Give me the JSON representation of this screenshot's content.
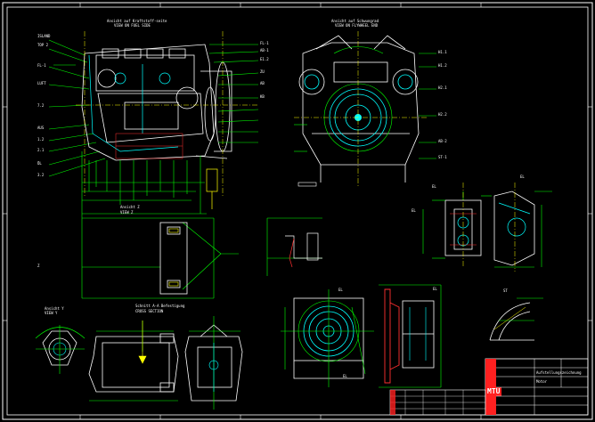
{
  "drawing": {
    "background": "#000000",
    "colors": {
      "frame": "#ffffff",
      "outline": "#ffffff",
      "dims": "#00ff00",
      "centerlines": "#ffff00",
      "hidden": "#ff3030",
      "accent": "#00ffff",
      "titlebar": "#ff2020"
    },
    "views": {
      "left_view_caption": "Ansicht auf Kraftstoff-seite",
      "left_view_sub": "VIEW ON FUEL SIDE",
      "right_view_caption": "Ansicht auf Schwungrad",
      "right_view_sub": "VIEW ON FLYWHEEL END",
      "view_z_caption": "Ansicht Z",
      "view_z_sub": "VIEW Z",
      "view_y_caption": "Ansicht Y",
      "view_y_sub": "VIEW Y",
      "section_caption": "Schnitt A-A Befestigung",
      "section_sub": "CROSS SECTION"
    },
    "callouts_left": [
      "ISLAND",
      "TOP 2",
      "FL-1",
      "LUFT",
      "7.2",
      "AUS",
      "1.2",
      "2.1",
      "ÖL",
      "3.2"
    ],
    "callouts_mid": [
      "FL-1",
      "AB-1",
      "E1.2",
      "ZU",
      "AB",
      "KB"
    ],
    "callouts_right": [
      "H1.1",
      "H1.2",
      "H2.1",
      "H2.2",
      "AB-2",
      "ST-1",
      "EL"
    ],
    "title_block": {
      "company": "MTU",
      "title": "Aufstellungszeichnung",
      "subtitle": "Motor",
      "drawing_no": "",
      "rows": [
        "",
        "",
        "",
        "",
        ""
      ]
    }
  }
}
